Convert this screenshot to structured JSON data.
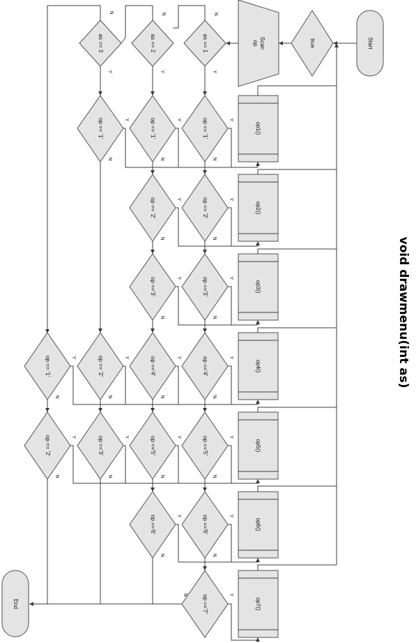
{
  "title": "void drawmenu(int as)",
  "nodes": {
    "start": "Start",
    "true": "true",
    "scan": [
      "Scan",
      "op"
    ],
    "as1": "as == 1",
    "as2": "as == 2",
    "as3": "as == 3",
    "a1_op1": "op == '1'",
    "a1_op2": "op == '2'",
    "a1_op3": "op =='3'",
    "a1_op4": "op =='4'",
    "a1_op5": "op =='5'",
    "a1_op6": "op =='6'",
    "op7chk": "op =='7'",
    "a2_op1": "op == '1'",
    "a2_op2": "op == '2'",
    "a2_op3": "op =='3'",
    "a2_op4": "op =='4'",
    "a2_op5": "op =='5'",
    "a2_op6": "op =='6'",
    "a3_op1": "op == '1'",
    "a3_op2": "op == '2'",
    "a3_op3": "op =='3'",
    "b1": "op == '1'",
    "b2": "op == '2'",
    "p1": "op1()",
    "p2": "op2()",
    "p3": "op3()",
    "p4": "op4()",
    "p5": "op5()",
    "p6": "op6()",
    "p7": "op7()",
    "end": "End"
  },
  "edge_labels": {
    "yes": "Y",
    "no": "N"
  }
}
